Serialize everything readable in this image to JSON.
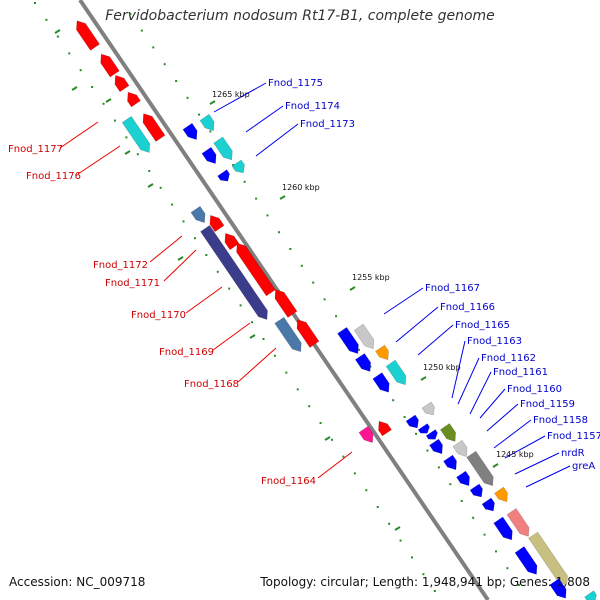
{
  "title": "Fervidobacterium nodosum Rt17-B1, complete genome",
  "footer": {
    "accession": "Accession: NC_009718",
    "topology": "Topology: circular; Length: 1,948,941 bp; Genes: 1,808"
  },
  "colors": {
    "backbone": "#808080",
    "tick": "#2a8a2a",
    "label_red": "#cc0000",
    "label_blue": "#0000cc"
  },
  "scale_labels": [
    "1265 kbp",
    "1260 kbp",
    "1255 kbp",
    "1250 kbp",
    "1245 kbp"
  ],
  "genes_left": [
    {
      "name": "Fnod_1177",
      "color": "#ff0000"
    },
    {
      "name": "Fnod_1176",
      "color": "#1ad0d0"
    },
    {
      "name": "Fnod_1172",
      "color": "#4a78a8"
    },
    {
      "name": "Fnod_1171",
      "color": "#3c3c8c"
    },
    {
      "name": "Fnod_1170",
      "color": "#ff0000"
    },
    {
      "name": "Fnod_1169",
      "color": "#ff0000"
    },
    {
      "name": "Fnod_1168",
      "color": "#4a78a8"
    },
    {
      "name": "Fnod_1164",
      "color": "#ff1493"
    }
  ],
  "genes_right": [
    {
      "name": "Fnod_1175",
      "color": "#1ad0d0"
    },
    {
      "name": "Fnod_1174",
      "color": "#0000ff"
    },
    {
      "name": "Fnod_1173",
      "color": "#1ad0d0"
    },
    {
      "name": "Fnod_1167",
      "color": "#c8c8c8"
    },
    {
      "name": "Fnod_1166",
      "color": "#ff9900"
    },
    {
      "name": "Fnod_1165",
      "color": "#1ad0d0"
    },
    {
      "name": "Fnod_1163",
      "color": "#c8c8c8"
    },
    {
      "name": "Fnod_1162",
      "color": "#0000ff"
    },
    {
      "name": "Fnod_1161",
      "color": "#0000ff"
    },
    {
      "name": "Fnod_1160",
      "color": "#6b8e23"
    },
    {
      "name": "Fnod_1159",
      "color": "#0000ff"
    },
    {
      "name": "Fnod_1158",
      "color": "#808080"
    },
    {
      "name": "Fnod_1157",
      "color": "#ff9900"
    },
    {
      "name": "nrdR",
      "color": "#0000ff"
    },
    {
      "name": "greA",
      "color": "#f08080"
    }
  ]
}
